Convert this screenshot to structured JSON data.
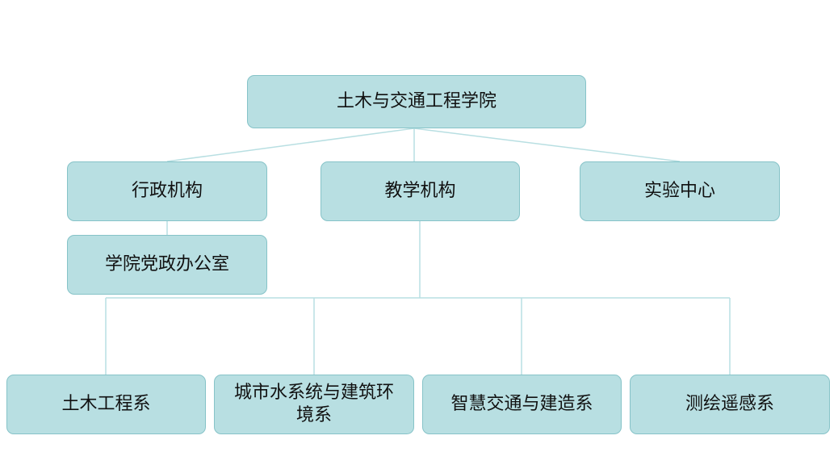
{
  "org_chart": {
    "root": "土木与交通工程学院",
    "branches": {
      "admin": "行政机构",
      "teaching": "教学机构",
      "lab": "实验中心"
    },
    "admin_children": [
      "学院党政办公室"
    ],
    "teaching_children": [
      "土木工程系",
      "城市水系统与建筑环境系",
      "智慧交通与建造系",
      "测绘遥感系"
    ]
  },
  "colors": {
    "node_fill": "#b8dfe2",
    "node_border": "#86c3c8",
    "connector": "#b8dfe2",
    "text": "#111111"
  }
}
